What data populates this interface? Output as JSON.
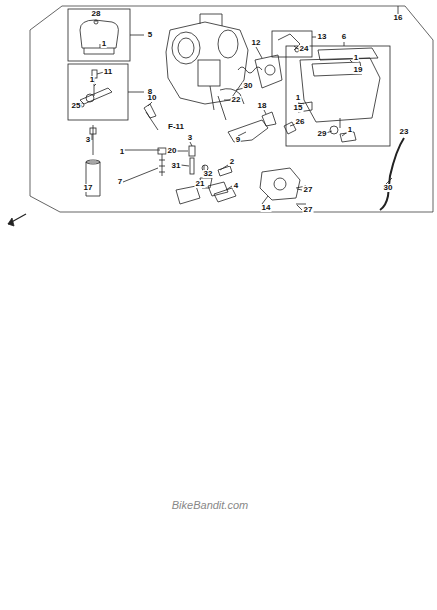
{
  "diagram": {
    "labels": [
      "28",
      "1",
      "5",
      "16",
      "12",
      "13",
      "24",
      "6",
      "1",
      "19",
      "11",
      "1",
      "25",
      "8",
      "10",
      "30",
      "22",
      "1",
      "15",
      "3",
      "18",
      "26",
      "F-11",
      "3",
      "1",
      "7",
      "29",
      "1",
      "23",
      "9",
      "20",
      "31",
      "32",
      "2",
      "21",
      "17",
      "14",
      "27",
      "27",
      "30",
      "4",
      "BikeBandit.com"
    ]
  }
}
